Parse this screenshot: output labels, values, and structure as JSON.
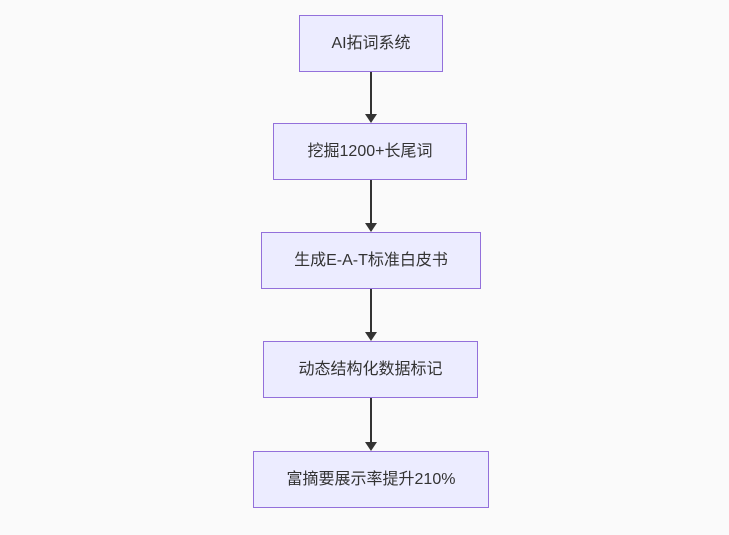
{
  "diagram": {
    "type": "flowchart",
    "direction": "top-down",
    "nodes": [
      {
        "id": "n1",
        "label": "AI拓词系统"
      },
      {
        "id": "n2",
        "label": "挖掘1200+长尾词"
      },
      {
        "id": "n3",
        "label": "生成E-A-T标准白皮书"
      },
      {
        "id": "n4",
        "label": "动态结构化数据标记"
      },
      {
        "id": "n5",
        "label": "富摘要展示率提升210%"
      }
    ],
    "edges": [
      {
        "from": "n1",
        "to": "n2"
      },
      {
        "from": "n2",
        "to": "n3"
      },
      {
        "from": "n3",
        "to": "n4"
      },
      {
        "from": "n4",
        "to": "n5"
      }
    ],
    "colors": {
      "background": "#fafafa",
      "node_fill": "#ECECFF",
      "node_border": "#9370DB",
      "text": "#333333",
      "arrow": "#333333"
    }
  }
}
